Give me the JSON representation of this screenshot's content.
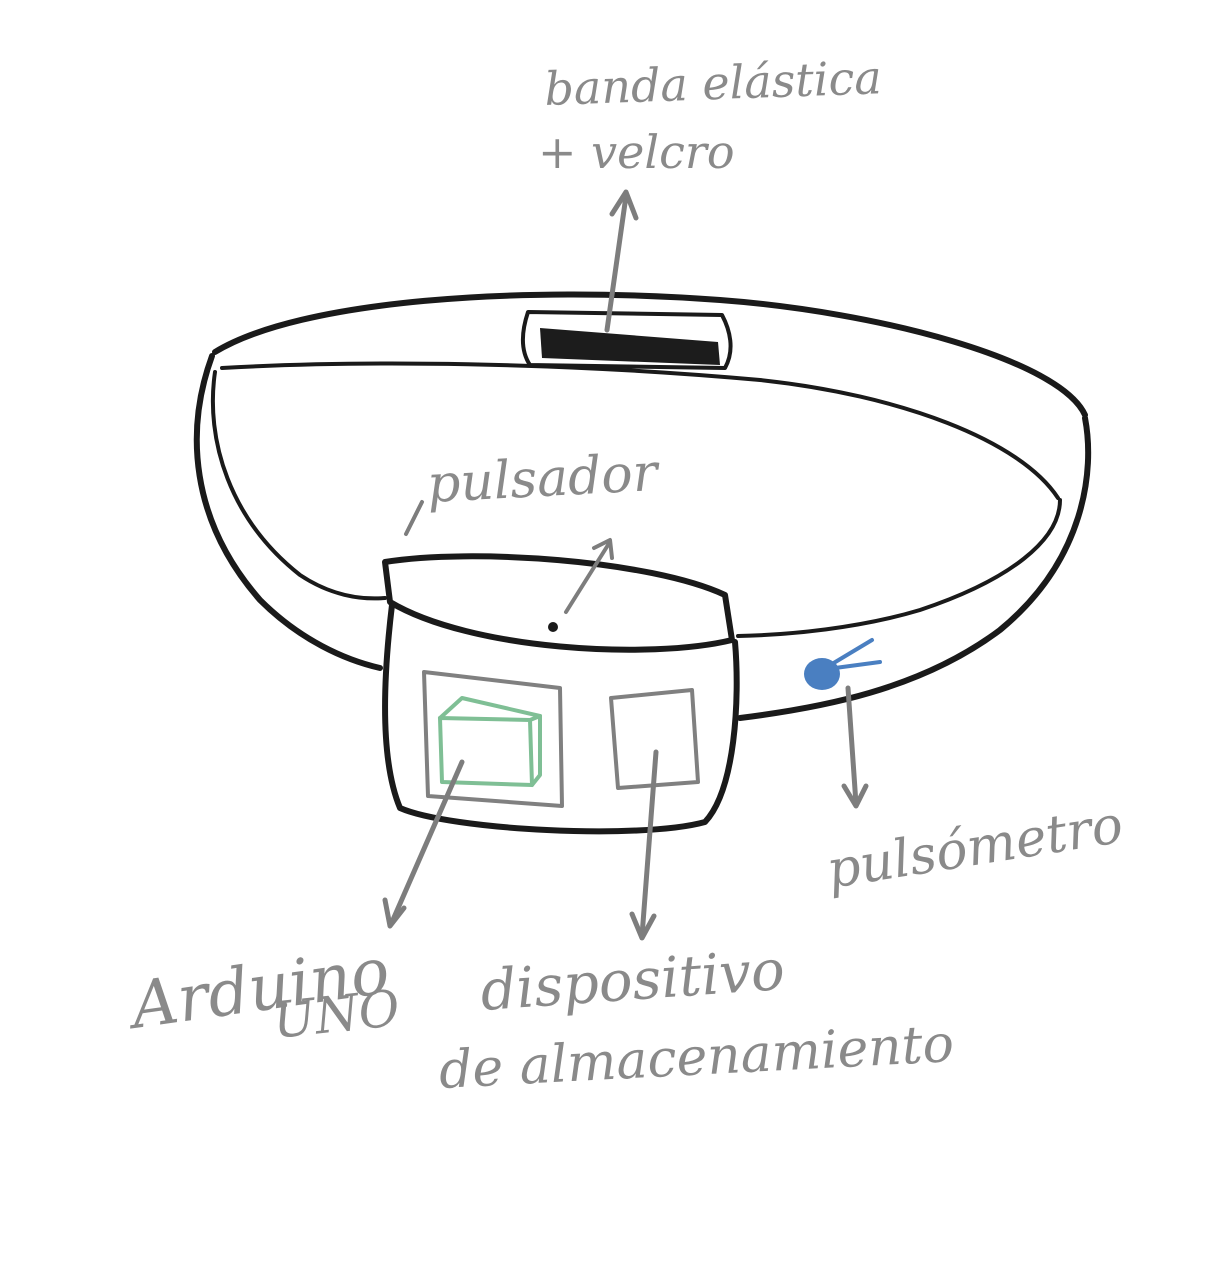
{
  "labels": {
    "band_line1": "banda elástica",
    "band_line2": "+ velcro",
    "button": "pulsador",
    "heart_sensor": "pulsómetro",
    "arduino_line1": "Arduino",
    "arduino_line2": "UNO",
    "storage_line1": "dispositivo",
    "storage_line2": "de almacenamiento"
  },
  "colors": {
    "ink": "#1a1a1a",
    "label": "#8a8a8a",
    "arrow": "#7d7d7d",
    "arduino_board": "#7fbf95",
    "sensor": "#4a7fc1",
    "velcro": "#1c1c1c"
  }
}
